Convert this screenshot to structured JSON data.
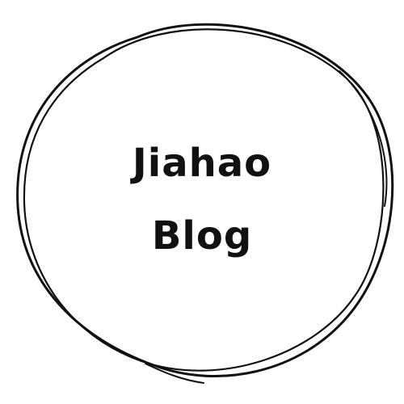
{
  "logo": {
    "line1": "Jiahao",
    "line2": "Blog",
    "ring_icon": "hand-drawn-circle",
    "ink_color": "#111111",
    "background_color": "#ffffff"
  }
}
